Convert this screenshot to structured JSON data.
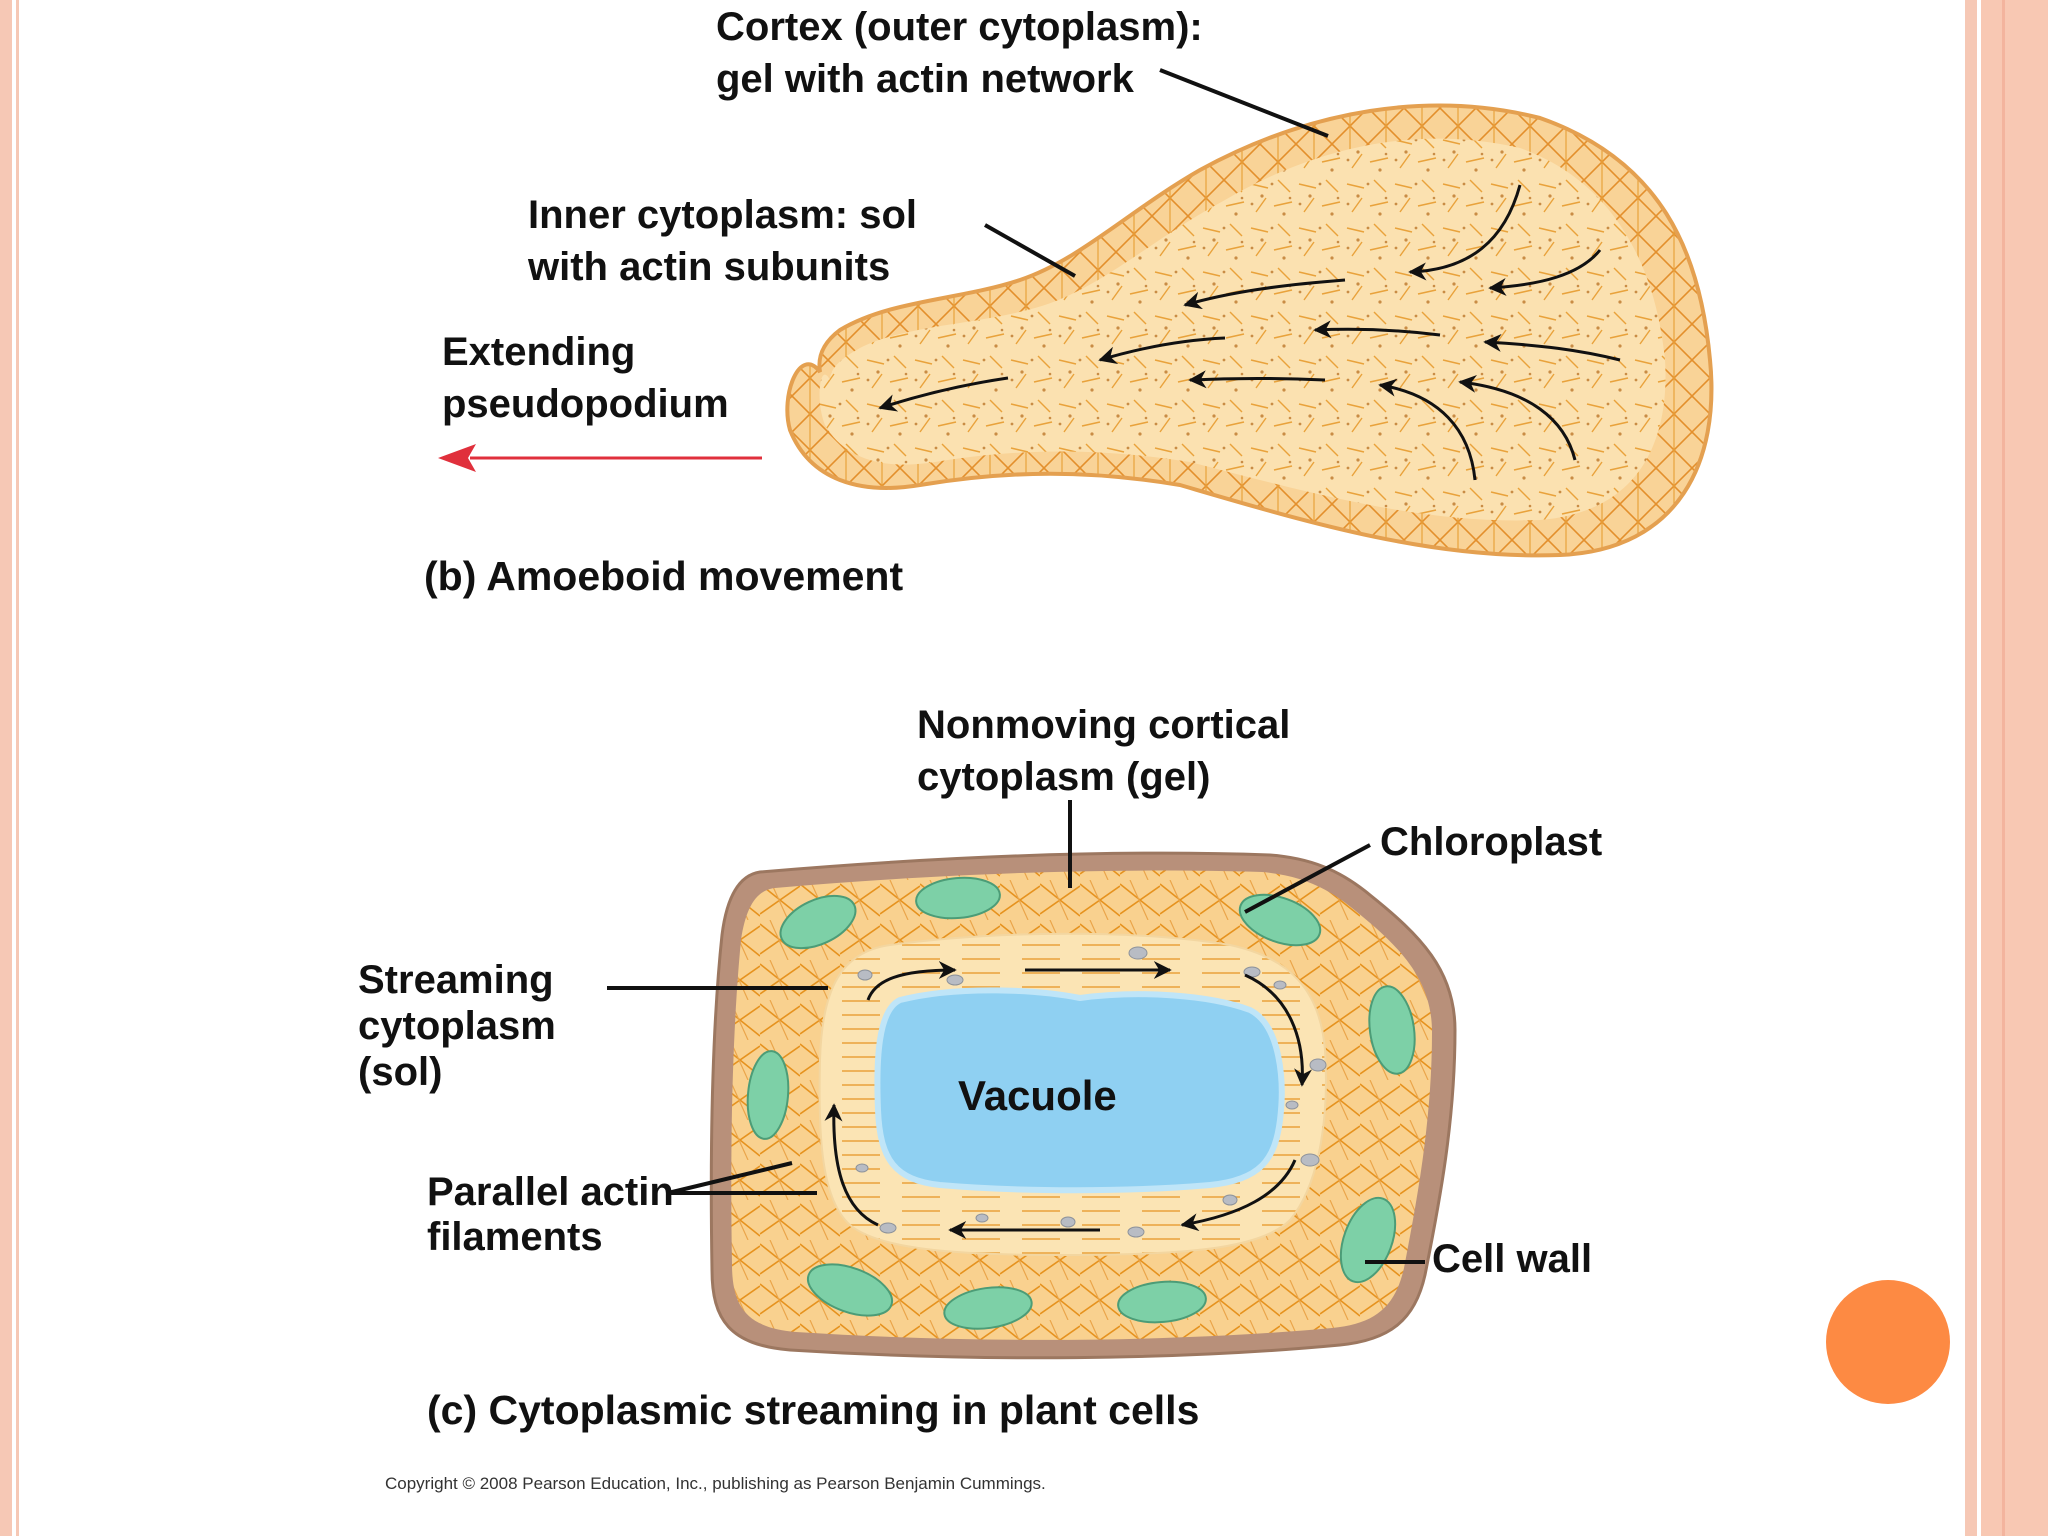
{
  "colors": {
    "border": "#f6c8b5",
    "accent_dot": "#fd8a43",
    "cytoplasm": "#fbe1b0",
    "cortex_edge": "#e8a85a",
    "actin": "#e9a23b",
    "cell_wall": "#b08a6c",
    "chloroplast": "#7dd0a7",
    "vacuole": "#8fd0f2",
    "pseudopod_arrow": "#e0303c"
  },
  "icons": {
    "pseudopod_arrow": "red-left-arrow-icon"
  },
  "amoeba": {
    "cortex_label": [
      "Cortex (outer cytoplasm):",
      "gel with actin network"
    ],
    "inner_label": [
      "Inner cytoplasm: sol",
      "with actin subunits"
    ],
    "pseudo_label": [
      "Extending",
      "pseudopodium"
    ],
    "caption": "(b) Amoeboid movement"
  },
  "plant": {
    "nonmoving_label": [
      "Nonmoving cortical",
      "cytoplasm (gel)"
    ],
    "chloroplast_label": "Chloroplast",
    "streaming_label": [
      "Streaming",
      "cytoplasm",
      "(sol)"
    ],
    "parallel_label": [
      "Parallel actin",
      "filaments"
    ],
    "vacuole_label": "Vacuole",
    "cellwall_label": "Cell wall",
    "caption": "(c) Cytoplasmic streaming in plant cells"
  },
  "copyright": "Copyright © 2008 Pearson Education, Inc., publishing as Pearson Benjamin Cummings."
}
